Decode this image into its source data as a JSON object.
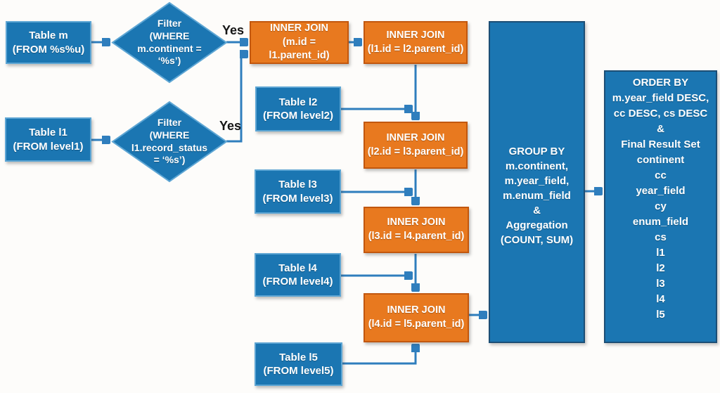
{
  "diagram": {
    "colors": {
      "background": "#FDFCFA",
      "blue_fill": "#1B76B2",
      "blue_border_light": "#5EA6D4",
      "blue_border_dark": "#1C4E75",
      "orange_fill": "#E8791F",
      "orange_border": "#C2570E",
      "arrow": "#2F7EBD",
      "box_text": "#FFFFFF",
      "label_text": "#151515"
    },
    "nodes": {
      "table_m": {
        "label": "Table m\n(FROM %s%u)"
      },
      "filter_m": {
        "label": "Filter\n(WHERE\nm.continent =\n‘%s’)"
      },
      "table_l1": {
        "label": "Table l1\n(FROM level1)"
      },
      "filter_l1": {
        "label": "Filter\n(WHERE\nl1.record_status\n= ‘%s’)"
      },
      "join_m_l1": {
        "label": "INNER JOIN\n(m.id = l1.parent_id)"
      },
      "join_l1_l2": {
        "label": "INNER JOIN\n(l1.id = l2.parent_id)"
      },
      "table_l2": {
        "label": "Table l2\n(FROM level2)"
      },
      "join_l2_l3": {
        "label": "INNER JOIN\n(l2.id = l3.parent_id)"
      },
      "table_l3": {
        "label": "Table l3\n(FROM level3)"
      },
      "join_l3_l4": {
        "label": "INNER JOIN\n(l3.id = l4.parent_id)"
      },
      "table_l4": {
        "label": "Table l4\n(FROM level4)"
      },
      "join_l4_l5": {
        "label": "INNER JOIN\n(l4.id = l5.parent_id)"
      },
      "table_l5": {
        "label": "Table l5\n(FROM level5)"
      },
      "group_by": {
        "label": "GROUP BY\nm.continent,\nm.year_field,\nm.enum_field\n&\nAggregation\n(COUNT, SUM)"
      },
      "order_by": {
        "label": "ORDER BY\nm.year_field DESC,\ncc DESC, cs DESC\n&\nFinal Result Set\ncontinent\ncc\nyear_field\ncy\nenum_field\ncs\nl1\nl2\nl3\nl4\nl5"
      }
    },
    "labels": {
      "yes_top": "Yes",
      "yes_bottom": "Yes"
    }
  }
}
